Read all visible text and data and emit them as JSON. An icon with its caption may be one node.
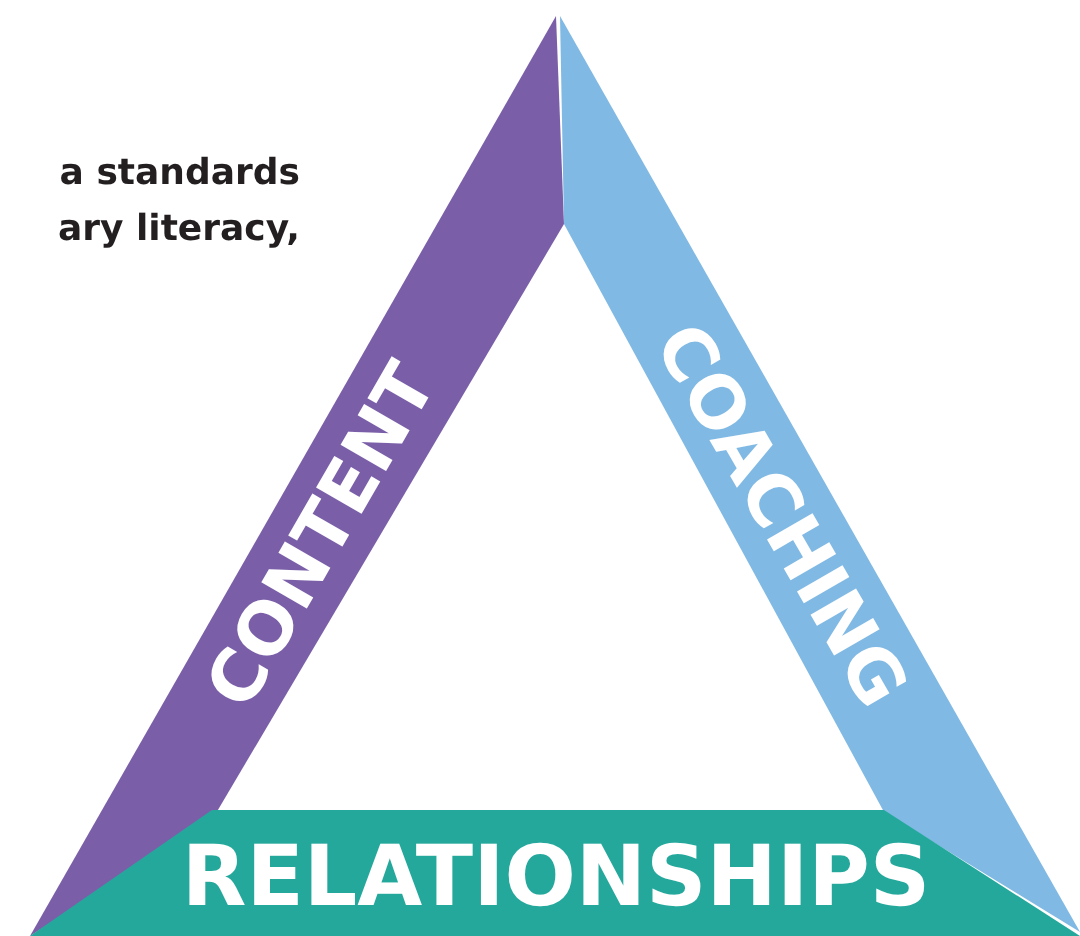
{
  "diagram": {
    "nodes": [
      {
        "text": [
          "CONTENT"
        ]
      },
      {
        "text": [
          "COACHING"
        ]
      },
      {
        "text": [
          "RELATIONSHIPS"
        ]
      }
    ],
    "labels": [
      "a standards",
      "ary literacy,"
    ]
  }
}
